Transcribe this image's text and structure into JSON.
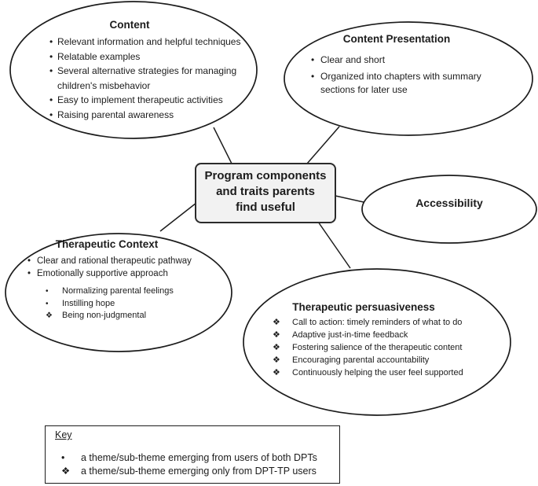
{
  "figure": {
    "type": "concept-map",
    "stroke_color": "#1c1c1c",
    "center_box_fill": "#f2f2f2"
  },
  "center_box": {
    "lines": [
      "Program components",
      "and traits parents",
      "find useful"
    ]
  },
  "nodes": {
    "content": {
      "title": "Content",
      "items": [
        {
          "marker": "•",
          "text": "Relevant information and helpful techniques"
        },
        {
          "marker": "•",
          "text": "Relatable examples"
        },
        {
          "marker": "•",
          "text": "Several alternative strategies for managing children's misbehavior"
        },
        {
          "marker": "•",
          "text": "Easy to implement therapeutic activities"
        },
        {
          "marker": "•",
          "text": "Raising parental awareness"
        }
      ]
    },
    "content_presentation": {
      "title": "Content Presentation",
      "items": [
        {
          "marker": "•",
          "text": "Clear and short"
        },
        {
          "marker": "•",
          "text": "Organized into chapters with summary sections for later use"
        }
      ]
    },
    "accessibility": {
      "title": "Accessibility"
    },
    "therapeutic_context": {
      "title": "Therapeutic Context",
      "items": [
        {
          "marker": "•",
          "text": "Clear and rational therapeutic pathway"
        },
        {
          "marker": "•",
          "text": "Emotionally supportive approach"
        }
      ],
      "sub_items": [
        {
          "marker": "•",
          "text": "Normalizing parental feelings"
        },
        {
          "marker": "•",
          "text": "Instilling hope"
        },
        {
          "marker": "❖",
          "text": "Being non-judgmental"
        }
      ]
    },
    "therapeutic_persuasiveness": {
      "title": "Therapeutic persuasiveness",
      "items": [
        {
          "marker": "❖",
          "text": "Call to action: timely reminders of what to do"
        },
        {
          "marker": "❖",
          "text": "Adaptive just-in-time feedback"
        },
        {
          "marker": "❖",
          "text": "Fostering salience of the therapeutic content"
        },
        {
          "marker": "❖",
          "text": "Encouraging parental accountability"
        },
        {
          "marker": "❖",
          "text": "Continuously helping the user feel supported"
        }
      ]
    }
  },
  "key": {
    "title": "Key",
    "items": [
      {
        "marker": "•",
        "text": "a theme/sub-theme emerging from users of both DPTs"
      },
      {
        "marker": "❖",
        "text": "a theme/sub-theme emerging only from DPT-TP users"
      }
    ]
  }
}
